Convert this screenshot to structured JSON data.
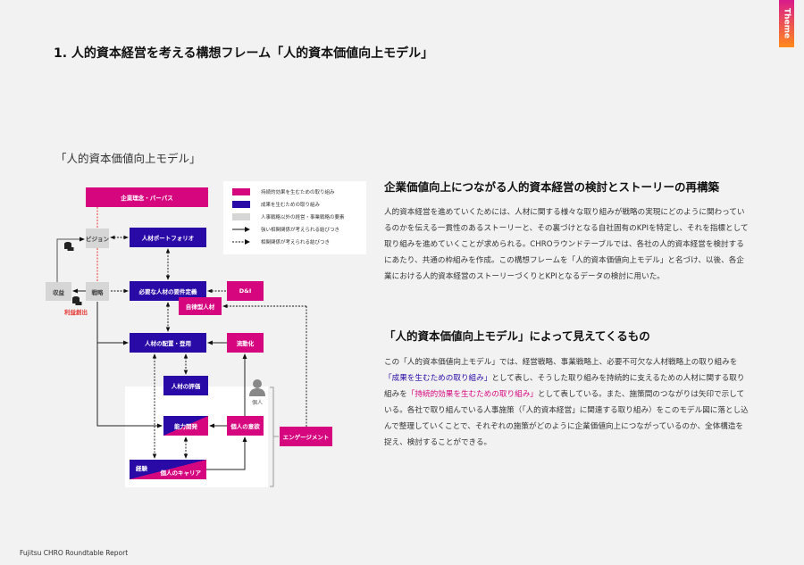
{
  "theme_tab": "Theme",
  "page_title": "1. 人的資本経営を考える構想フレーム「人的資本価値向上モデル」",
  "model_title": "「人的資本価値向上モデル」",
  "legend": [
    {
      "label": "持続的効果を生むための取り組み",
      "color": "#d6067f"
    },
    {
      "label": "成果を生むための取り組み",
      "color": "#2a0aa6"
    },
    {
      "label": "人事戦略以外の経営・事業戦略の要素",
      "color": "#d6d6d6"
    },
    {
      "label": "強い相関関係が考えられる結びつき"
    },
    {
      "label": "相関関係が考えられる結びつき"
    }
  ],
  "diagram": {
    "purpose": "企業理念・パーパス",
    "vision": "ビジョン",
    "portfolio": "人材ポートフォリオ",
    "revenue": "収益",
    "strategy": "戦略",
    "requirements": "必要な人材の要件定義",
    "dei": "D&I",
    "autonomous": "自律型人材",
    "profit": "利益創出",
    "placement": "人材の配置・登用",
    "mobility": "流動化",
    "evaluation": "人材の評価",
    "individual": "個人",
    "development": "能力開発",
    "motivation": "個人の意欲",
    "engagement": "エンゲージメント",
    "experience": "経験",
    "career": "個人のキャリア"
  },
  "section1": {
    "heading": "企業価値向上につながる人的資本経営の検討とストーリーの再構築",
    "body": "人的資本経営を進めていくためには、人材に関する様々な取り組みが戦略の実現にどのように関わっているのかを伝える一貫性のあるストーリーと、その裏づけとなる自社固有のKPIを特定し、それを指標として取り組みを進めていくことが求められる。CHROラウンドテーブルでは、各社の人的資本経営を検討するにあたり、共通の枠組みを作成。この構想フレームを「人的資本価値向上モデル」と名づけ、以後、各企業における人的資本経営のストーリーづくりとKPIとなるデータの検討に用いた。"
  },
  "section2": {
    "heading": "「人的資本価値向上モデル」によって見えてくるもの",
    "body_1": "この「人的資本価値向上モデル」では、経営戦略、事業戦略上、必要不可欠な人材戦略上の取り組みを",
    "hl_blue": "「成果を生むための取り組み」",
    "body_2": "として表し、そうした取り組みを持続的に支えるための人材に関する取り組みを",
    "hl_mag": "「持続的効果を生むための取り組み」",
    "body_3": "として表している。また、施策間のつながりは矢印で示している。各社で取り組んでいる人事施策（「人的資本経営」に関連する取り組み）をこのモデル図に落とし込んで整理していくことで、それぞれの施策がどのように企業価値向上につながっているのか、全体構造を捉え、検討することができる。"
  },
  "footer": "Fujitsu CHRO Roundtable Report"
}
